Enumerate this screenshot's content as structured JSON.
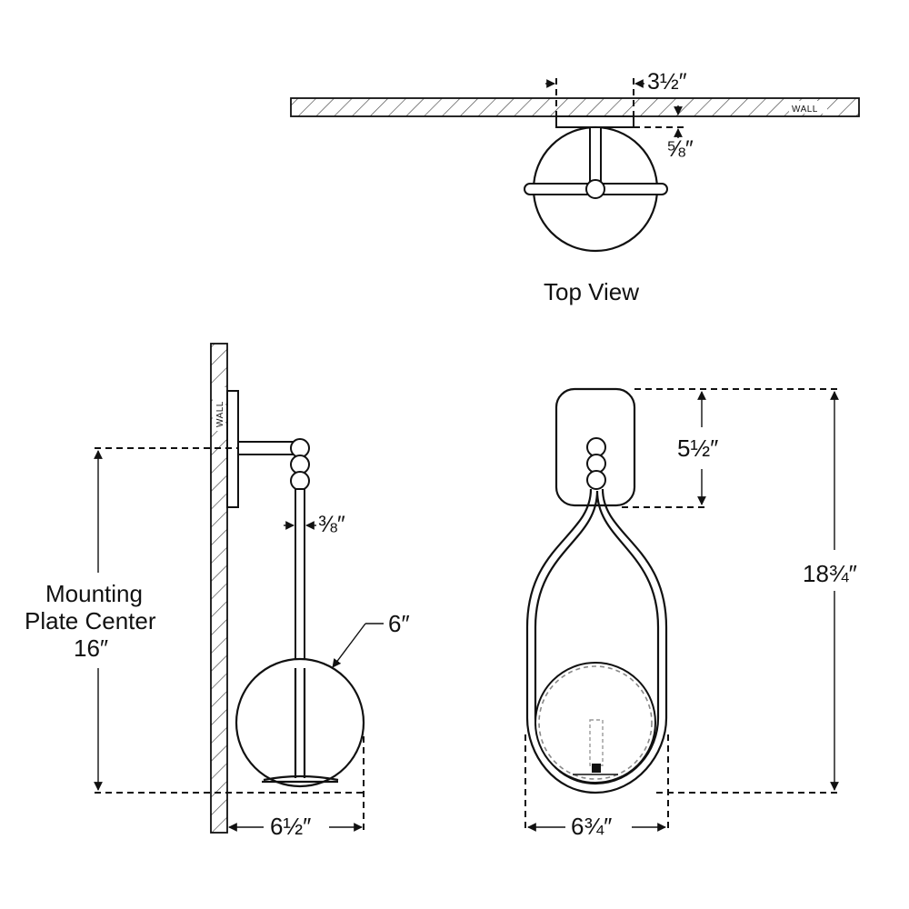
{
  "top_view": {
    "title": "Top View",
    "wall_label": "WALL",
    "plate_depth": "3½″",
    "plate_thickness": "⅝″"
  },
  "side_view": {
    "wall_label": "WALL",
    "mounting_line1": "Mounting",
    "mounting_line2": "Plate Center",
    "mounting_value": "16″",
    "rod_width": "⅜″",
    "globe_diameter": "6″",
    "projection": "6½″"
  },
  "front_view": {
    "plate_height": "5½″",
    "overall_height": "18¾″",
    "overall_width": "6¾″"
  }
}
